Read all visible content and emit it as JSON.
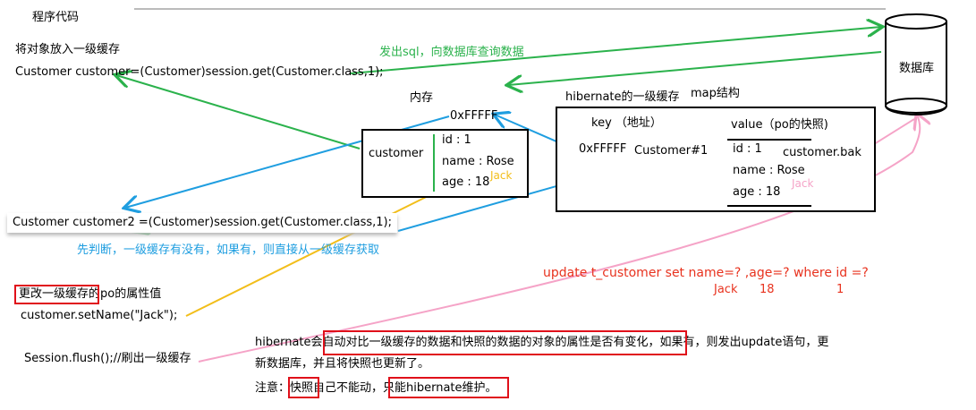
{
  "colors": {
    "green": "#2bb24c",
    "blue": "#1f9ee0",
    "yellow": "#f2be1a",
    "pink": "#f5a3c7",
    "red": "#e0101a",
    "cyan_text": "#1f9ee0",
    "green_text": "#2bb24c",
    "red_text": "#e8321e"
  },
  "program_code_title": "程序代码",
  "put_in_cache": "将对象放入一级缓存",
  "get_line_1": "Customer customer=(Customer)session.get(Customer.class,1);",
  "send_sql": "发出sql，向数据库查询数据",
  "database": {
    "label": "数据库"
  },
  "memory_label": "内存",
  "memory_address": "0xFFFFF",
  "memory_box": {
    "name": "customer",
    "field_id": "id : 1",
    "field_name": "name : Rose",
    "field_age": "age : 18",
    "crossed_new": "Jack"
  },
  "hibernate_cache_title": "hibernate的一级缓存",
  "map_structure": "map结构",
  "cache_box": {
    "key_header": "key （地址）",
    "value_header": "value（po的快照)",
    "key_address": "0xFFFFF",
    "key_object": "Customer#1",
    "snapshot_name": "customer.bak",
    "field_id": "id : 1",
    "field_name": "name : Rose",
    "field_age": "age : 18",
    "crossed_new": "Jack"
  },
  "get_line_2": "Customer customer2 =(Customer)session.get(Customer.class,1);",
  "check_first": "先判断，一级缓存有没有，如果有，则直接从一级缓存获取",
  "update_sql": "update t_customer set name=? ,age=? where id =?",
  "update_params": {
    "p1": "Jack",
    "p2": "18",
    "p3": "1"
  },
  "change_attr_title": "更改一级缓存的po的属性值",
  "set_name_code": "customer.setName(\"Jack\");",
  "flush_code": "Session.flush();//刷出一级缓存",
  "explain_line1": "hibernate会自动对比一级缓存的数据和快照的数据的对象的属性是否有变化，如果有，则发出update语句，更",
  "explain_line2": "新数据库，并且将快照也更新了。",
  "note_line": "注意：快照自己不能动，只能hibernate维护。"
}
